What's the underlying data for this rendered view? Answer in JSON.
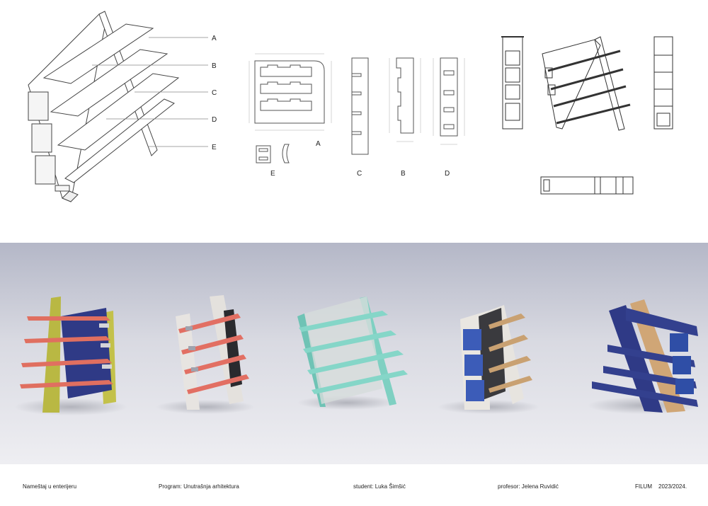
{
  "assembly_labels": [
    "A",
    "B",
    "C",
    "D",
    "E"
  ],
  "part_labels": {
    "a": "A",
    "e": "E",
    "c": "C",
    "b": "B",
    "d": "D"
  },
  "footer": {
    "course": "Nameštaj u enterijeru",
    "program": "Program: Unutrašnja arhitektura",
    "student": "student: Luka Šimšić",
    "professor": "profesor: Jelena Ruvidić",
    "school": "FILUM",
    "year": "2023/2024."
  },
  "colors": {
    "render_bg_top": "#b9bcca",
    "render_floor": "#e9e9ee",
    "navy": "#2f3a86",
    "olive": "#b9b843",
    "coral": "#e06f60",
    "mint": "#7fd0c2",
    "wood": "#cfa77a",
    "line": "#555555"
  }
}
